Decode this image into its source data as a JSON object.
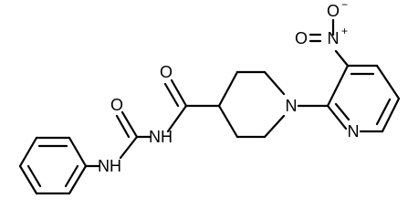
{
  "molecule": {
    "atoms": {
      "nitro_o_top": "O",
      "nitro_o_top_charge": "−",
      "nitro_n": "N",
      "nitro_n_charge": "+",
      "nitro_o_left": "O",
      "amide_o": "O",
      "urea_o": "O",
      "piperidine_n": "N",
      "pyridine_n": "N",
      "amide_nh": "NH",
      "urea_nh": "NH"
    }
  }
}
